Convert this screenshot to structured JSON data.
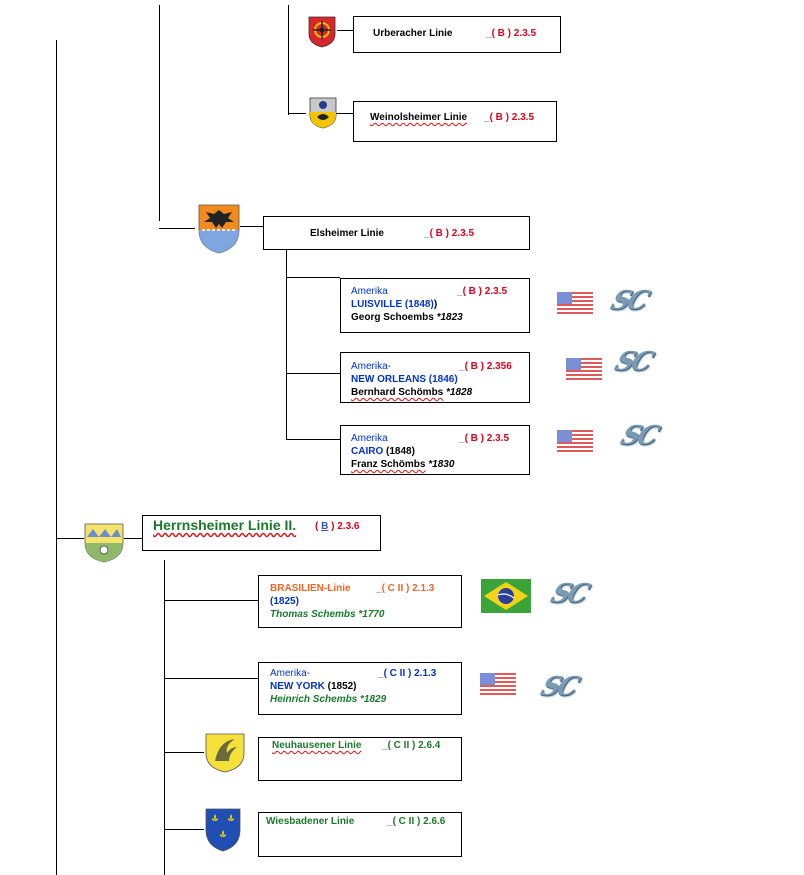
{
  "nodes": {
    "urberacher": {
      "name": "Urberacher Linie",
      "ref": "( B ) 2.3.5"
    },
    "weinolsheimer": {
      "name": "Weinolsheimer Linie",
      "ref": "( B ) 2.3.5"
    },
    "elsheimer": {
      "name": "Elsheimer Linie",
      "ref": "( B ) 2.3.5"
    },
    "luisville": {
      "region": "Amerika",
      "ref": "( B ) 2.3.5",
      "city": "LUISVILLE",
      "year": "(1848)",
      "person": "Georg Schoembs",
      "birth": "*1823"
    },
    "new_orleans": {
      "region": "Amerika-",
      "ref": "( B ) 2.356",
      "city": "NEW ORLEANS",
      "year": "(1846)",
      "person": "Bernhard Schömbs",
      "birth": "*1828"
    },
    "cairo": {
      "region": "Amerika",
      "ref": "( B ) 2.3.5",
      "city": "CAIRO",
      "year": "(1848)",
      "person": "Franz Schömbs",
      "birth": "*1830"
    },
    "herrnsheimer": {
      "name": "Herrnsheimer Linie II.",
      "ref_open": "(",
      "ref_letter": "B",
      "ref_close": ") 2.3.6"
    },
    "brasilien": {
      "name": "BRASILIEN-Linie",
      "ref": "( C II ) 2.1.3",
      "year": "(1825)",
      "person": "Thomas Schembs *1770"
    },
    "new_york": {
      "region": "Amerika-",
      "ref": "( C II ) 2.1.3",
      "city": "NEW YORK",
      "year": "(1852)",
      "person": "Heinrich Schembs *1829"
    },
    "neuhausener": {
      "name": "Neuhausener Linie",
      "ref": "( C II ) 2.6.4"
    },
    "wiesbadener": {
      "name": "Wiesbadener Linie",
      "ref": "( C II )  2.6.6"
    }
  },
  "logo_text": "SC",
  "colors": {
    "red": "#e0001b",
    "blue": "#0033cc",
    "green": "#1a7a2a",
    "orange": "#f26522"
  }
}
